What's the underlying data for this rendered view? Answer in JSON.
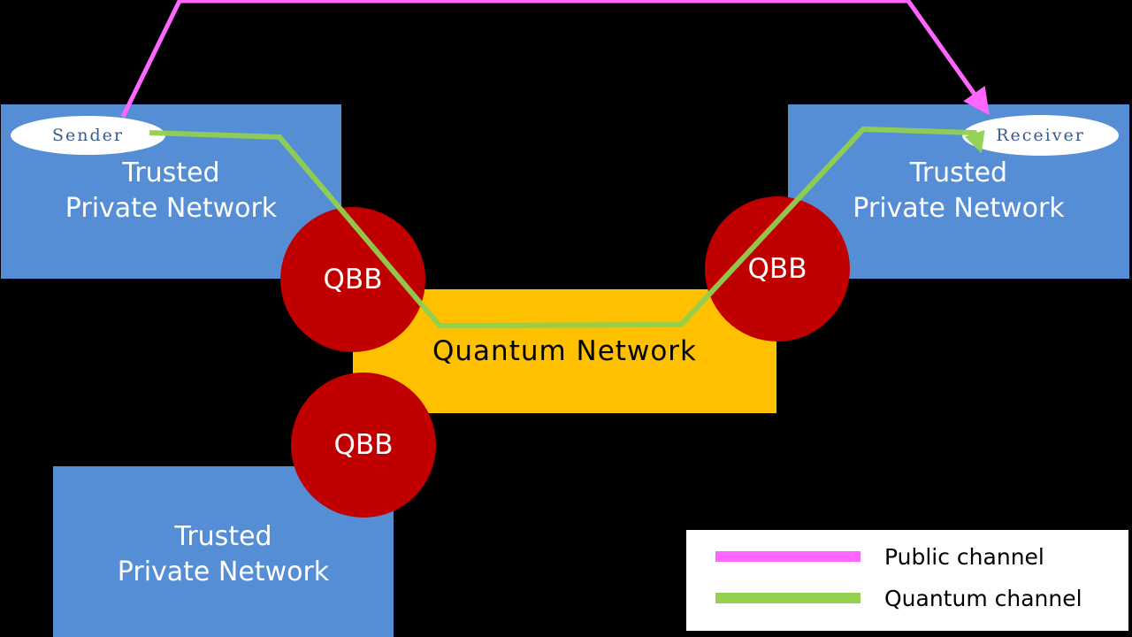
{
  "colors": {
    "background": "#000000",
    "trusted_network": "#558ed5",
    "quantum_network": "#ffc000",
    "qbb": "#c00000",
    "public_channel": "#ff66ff",
    "quantum_channel": "#92d050"
  },
  "nodes": {
    "sender": "Sender",
    "receiver": "Receiver"
  },
  "networks": {
    "sender_network": {
      "line1": "Trusted",
      "line2": "Private Network"
    },
    "receiver_network": {
      "line1": "Trusted",
      "line2": "Private Network"
    },
    "third_network": {
      "line1": "Trusted",
      "line2": "Private Network"
    },
    "quantum_network": "Quantum Network"
  },
  "qbb": [
    "QBB",
    "QBB",
    "QBB"
  ],
  "legend": {
    "public_channel": "Public channel",
    "quantum_channel": "Quantum channel"
  }
}
